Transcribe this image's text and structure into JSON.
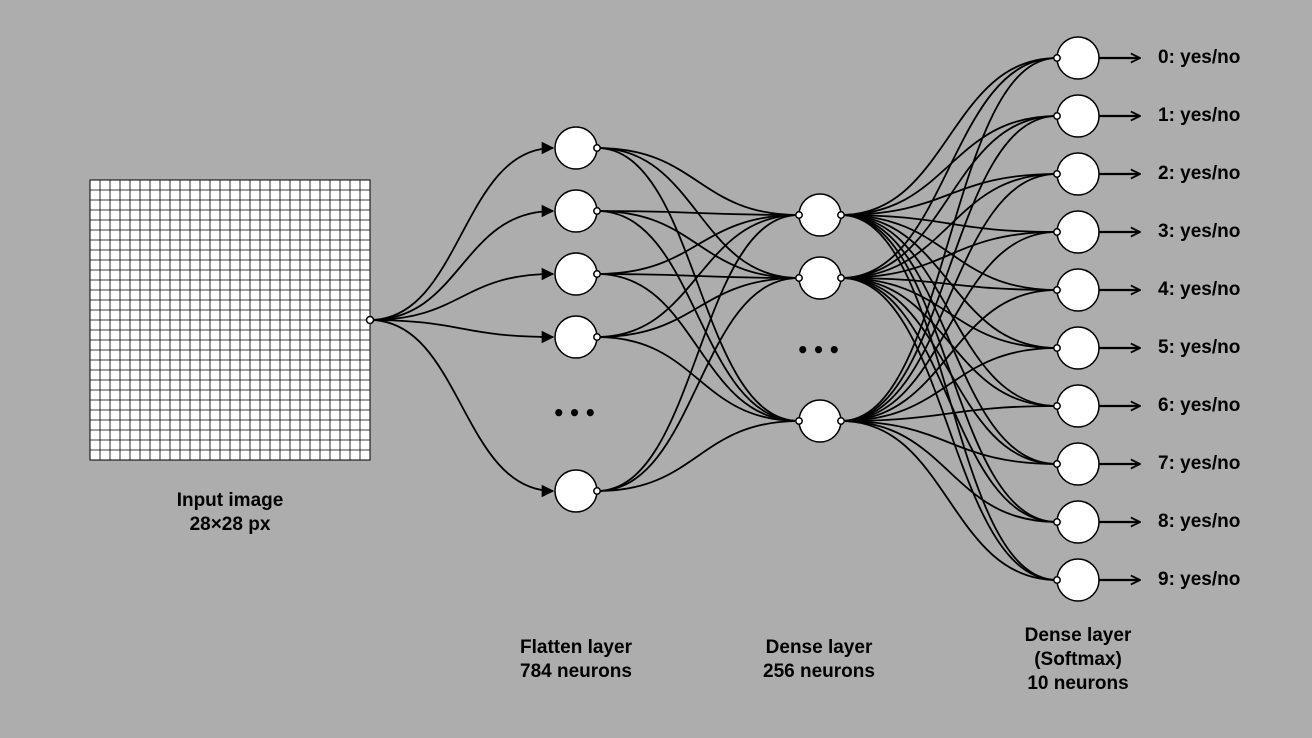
{
  "input": {
    "caption_line1": "Input image",
    "caption_line2": "28×28 px",
    "grid_cells": 28
  },
  "flatten": {
    "caption_line1": "Flatten layer",
    "caption_line2": "784 neurons",
    "visible_neurons": 5,
    "ellipsis": "•••"
  },
  "dense": {
    "caption_line1": "Dense layer",
    "caption_line2": "256 neurons",
    "visible_neurons": 3,
    "ellipsis": "•••"
  },
  "output": {
    "caption_line1": "Dense layer",
    "caption_line2": "(Softmax)",
    "caption_line3": "10 neurons",
    "labels": [
      "0: yes/no",
      "1: yes/no",
      "2: yes/no",
      "3: yes/no",
      "4: yes/no",
      "5: yes/no",
      "6: yes/no",
      "7: yes/no",
      "8: yes/no",
      "9: yes/no"
    ]
  },
  "colors": {
    "background": "#adadad",
    "neuron_fill": "#ffffff",
    "stroke": "#000000"
  }
}
